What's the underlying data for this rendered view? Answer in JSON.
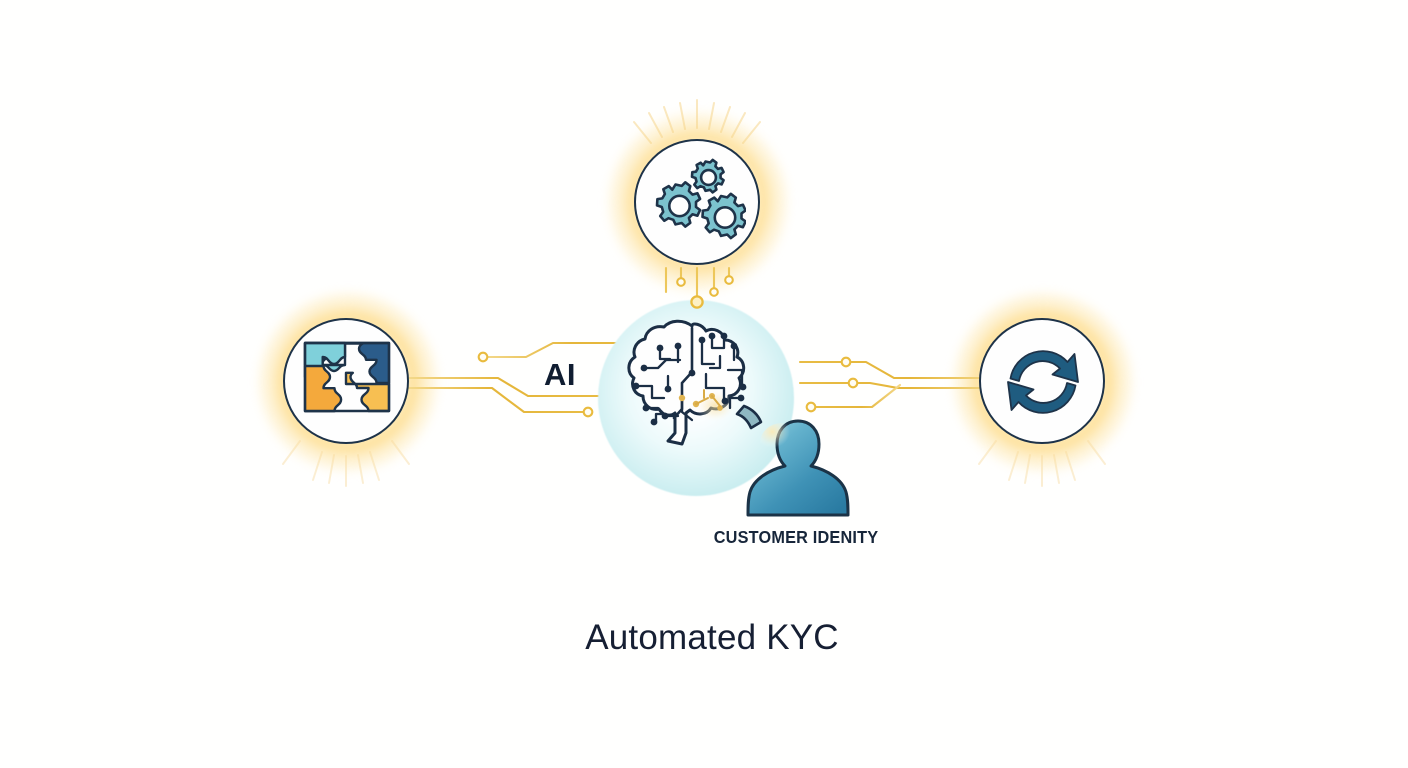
{
  "diagram": {
    "title": "Automated KYC",
    "background_color": "#fffffe",
    "center": {
      "label": "AI",
      "sphere_color": "#cdeff2",
      "brain_icon": "ai-brain-circuit-icon"
    },
    "customer": {
      "label": "CUSTOMER IDENITY",
      "icon": "person-silhouette-icon",
      "color": "#3d8fb5"
    },
    "nodes": [
      {
        "id": "gears",
        "icon": "gears-icon",
        "position": "top",
        "icon_color": "#7cc3ce",
        "outline_color": "#1e3349",
        "glow_color": "#fbc53c"
      },
      {
        "id": "puzzle",
        "icon": "puzzle-pieces-icon",
        "position": "left",
        "piece_colors": [
          "#7fd0da",
          "#2b5c8a",
          "#f4a93c",
          "#f7bf52"
        ],
        "outline_color": "#1e3349",
        "glow_color": "#fbc53c"
      },
      {
        "id": "sync",
        "icon": "sync-arrows-icon",
        "position": "right",
        "icon_color": "#1f5c80",
        "outline_color": "#1e3349",
        "glow_color": "#fbc53c"
      }
    ],
    "connectors": {
      "color": "#e8b93e",
      "node_dot_color": "#f0c44a",
      "style": "circuit-trace"
    }
  }
}
